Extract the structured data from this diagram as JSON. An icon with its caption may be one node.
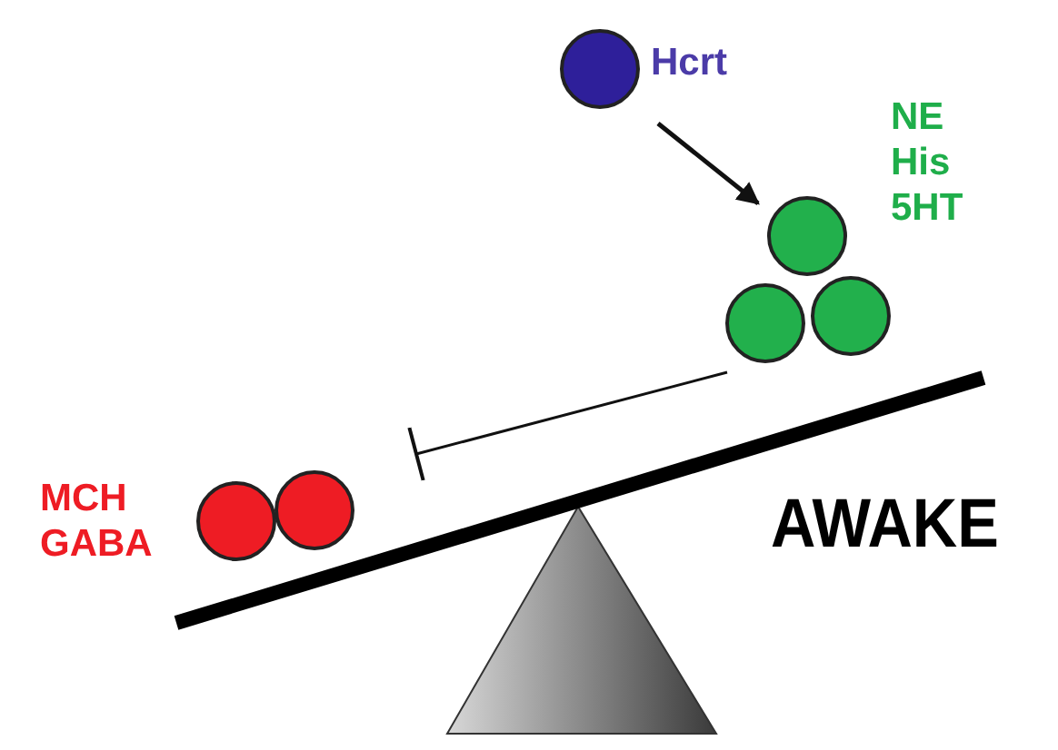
{
  "diagram": {
    "nodes": [
      {
        "text": [],
        "shape": "circle",
        "beside": [
          "Hcrt"
        ]
      },
      {
        "text": [],
        "shape": "circle",
        "beside": [
          "NE",
          "His",
          "5HT"
        ]
      },
      {
        "text": [],
        "shape": "circle"
      },
      {
        "text": [],
        "shape": "circle"
      },
      {
        "text": [],
        "shape": "circle",
        "beside": [
          "MCH",
          "GABA"
        ]
      },
      {
        "text": [],
        "shape": "circle"
      }
    ],
    "edges": [
      {
        "from": 0,
        "to": 1,
        "arrow": "to"
      },
      {
        "from": 2,
        "to": 5,
        "arrow": "other"
      }
    ],
    "labels": [
      "AWAKE"
    ]
  }
}
